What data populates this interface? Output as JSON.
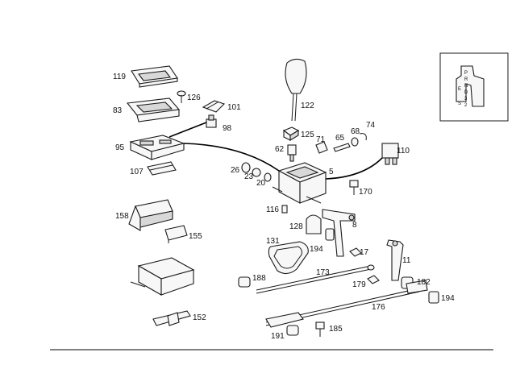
{
  "labels": {
    "p119": "119",
    "p126": "126",
    "p83": "83",
    "p101": "101",
    "p98": "98",
    "p95": "95",
    "p107": "107",
    "p158": "158",
    "p155": "155",
    "p152": "152",
    "p122": "122",
    "p125": "125",
    "p62": "62",
    "p71": "71",
    "p65": "65",
    "p68": "68",
    "p74": "74",
    "p110": "110",
    "p26": "26",
    "p23": "23",
    "p20": "20",
    "p5": "5",
    "p170": "170",
    "p116": "116",
    "p128": "128",
    "p8": "8",
    "p194a": "194",
    "p131": "131",
    "p17": "17",
    "p173": "173",
    "p11": "11",
    "p188": "188",
    "p179": "179",
    "p182": "182",
    "p194b": "194",
    "p176": "176",
    "p191": "191",
    "p185": "185"
  },
  "gate": [
    "P",
    "R",
    "N",
    "D",
    "3",
    "2",
    "E",
    "S"
  ],
  "colors": {
    "ink": "#1a1a1a",
    "background": "#ffffff"
  }
}
